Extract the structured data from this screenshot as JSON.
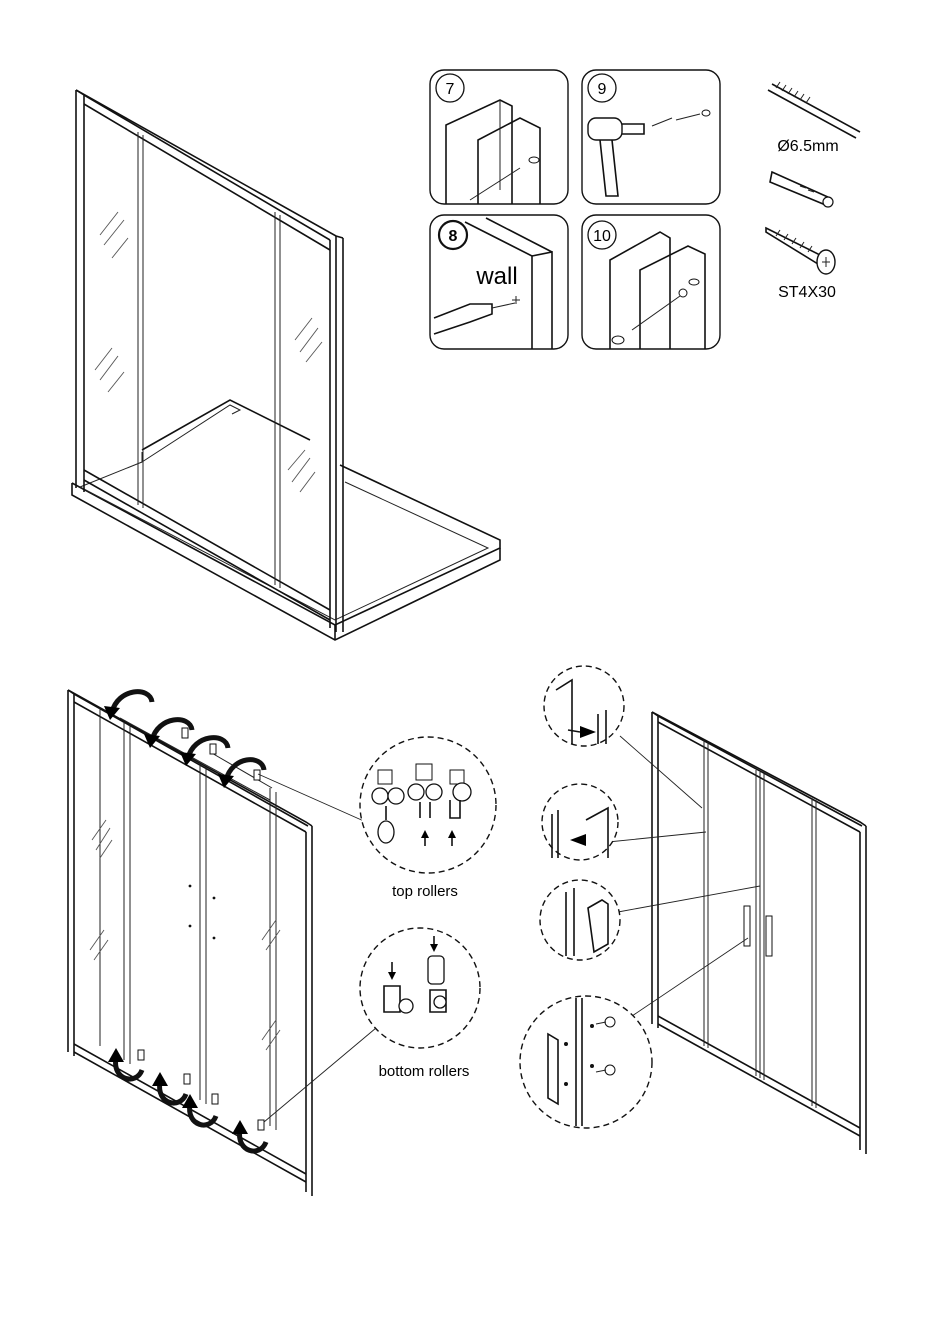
{
  "steps": {
    "step7": "7",
    "step8": "8",
    "step9": "9",
    "step10": "10"
  },
  "labels": {
    "wall": "wall",
    "plug_size": "Ø6.5mm",
    "screw_size": "ST4X30",
    "top_rollers": "top rollers",
    "bottom_rollers": "bottom rollers"
  },
  "colors": {
    "line": "#111111",
    "background": "#ffffff"
  }
}
